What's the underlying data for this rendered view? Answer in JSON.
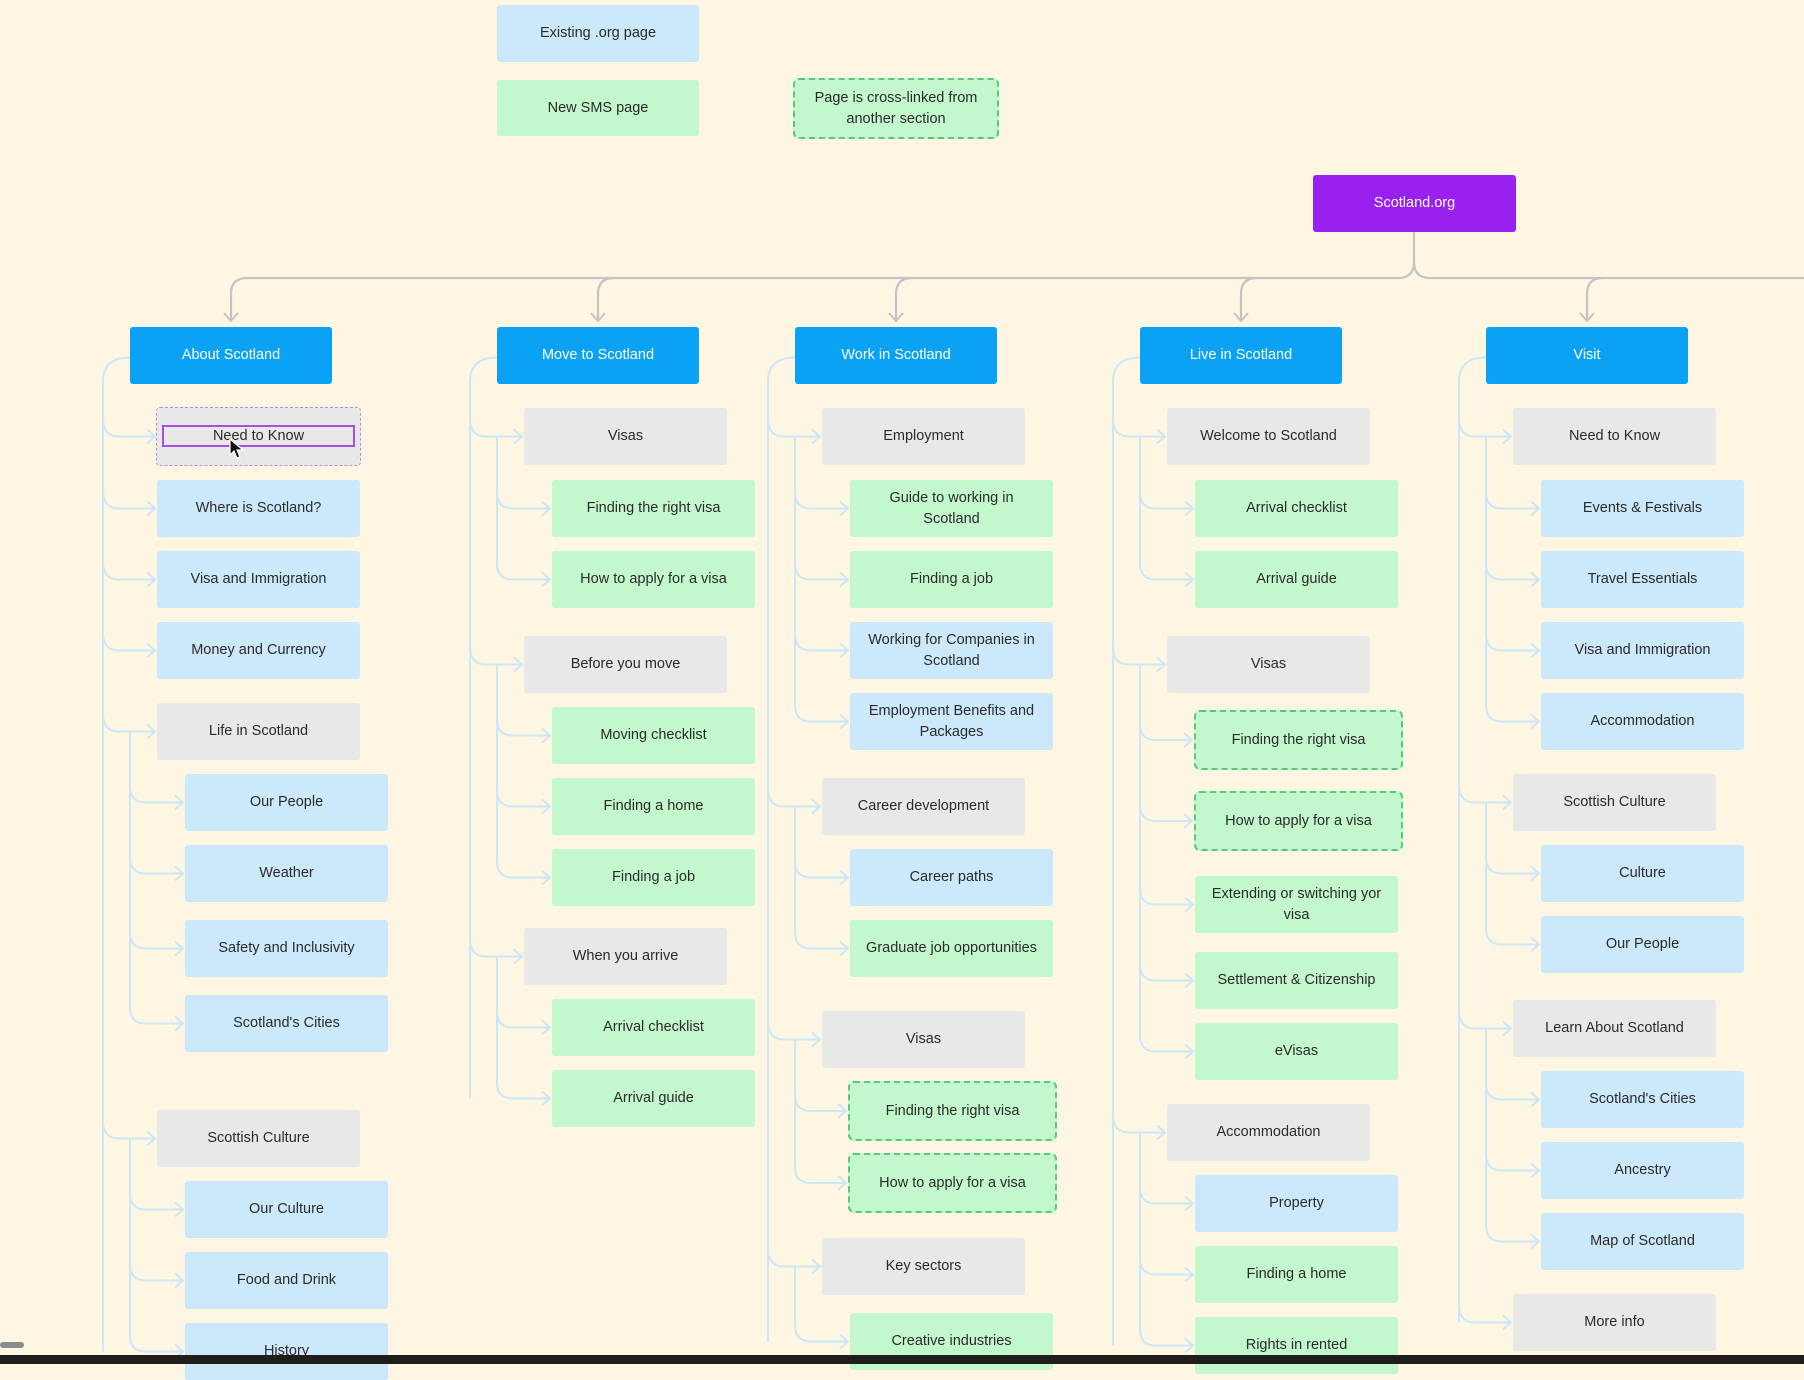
{
  "legend": {
    "existing": "Existing .org page",
    "new_sms": "New SMS page",
    "cross_linked": "Page is cross-linked from another section"
  },
  "root": "Scotland.org",
  "sections": [
    {
      "id": "about",
      "title": "About Scotland",
      "items": [
        {
          "label": "Need to Know",
          "kind": "grey",
          "level": 0,
          "selected": true
        },
        {
          "label": "Where is Scotland?",
          "kind": "blue",
          "level": 0
        },
        {
          "label": "Visa and Immigration",
          "kind": "blue",
          "level": 0
        },
        {
          "label": "Money and Currency",
          "kind": "blue",
          "level": 0
        },
        {
          "label": "Life in Scotland",
          "kind": "grey",
          "level": 0
        },
        {
          "label": "Our People",
          "kind": "blue",
          "level": 1
        },
        {
          "label": "Weather",
          "kind": "blue",
          "level": 1
        },
        {
          "label": "Safety and Inclusivity",
          "kind": "blue",
          "level": 1
        },
        {
          "label": "Scotland's Cities",
          "kind": "blue",
          "level": 1
        },
        {
          "label": "Scottish Culture",
          "kind": "grey",
          "level": 0
        },
        {
          "label": "Our Culture",
          "kind": "blue",
          "level": 1
        },
        {
          "label": "Food and Drink",
          "kind": "blue",
          "level": 1
        },
        {
          "label": "History",
          "kind": "blue",
          "level": 1
        }
      ]
    },
    {
      "id": "move",
      "title": "Move to Scotland",
      "items": [
        {
          "label": "Visas",
          "kind": "grey",
          "level": 0
        },
        {
          "label": "Finding the right visa",
          "kind": "green",
          "level": 1
        },
        {
          "label": "How to apply for a visa",
          "kind": "green",
          "level": 1
        },
        {
          "label": "Before you move",
          "kind": "grey",
          "level": 0
        },
        {
          "label": "Moving checklist",
          "kind": "green",
          "level": 1
        },
        {
          "label": "Finding a home",
          "kind": "green",
          "level": 1
        },
        {
          "label": "Finding a job",
          "kind": "green",
          "level": 1
        },
        {
          "label": "When you arrive",
          "kind": "grey",
          "level": 0
        },
        {
          "label": "Arrival checklist",
          "kind": "green",
          "level": 1
        },
        {
          "label": "Arrival guide",
          "kind": "green",
          "level": 1
        }
      ]
    },
    {
      "id": "work",
      "title": "Work in Scotland",
      "items": [
        {
          "label": "Employment",
          "kind": "grey",
          "level": 0
        },
        {
          "label": "Guide to working in Scotland",
          "kind": "green",
          "level": 1
        },
        {
          "label": "Finding a job",
          "kind": "green",
          "level": 1
        },
        {
          "label": "Working for Companies in Scotland",
          "kind": "blue",
          "level": 1
        },
        {
          "label": "Employment Benefits and Packages",
          "kind": "blue",
          "level": 1
        },
        {
          "label": "Career development",
          "kind": "grey",
          "level": 0
        },
        {
          "label": "Career paths",
          "kind": "blue",
          "level": 1
        },
        {
          "label": "Graduate job opportunities",
          "kind": "green",
          "level": 1
        },
        {
          "label": "Visas",
          "kind": "grey",
          "level": 0
        },
        {
          "label": "Finding the right visa",
          "kind": "cross",
          "level": 1
        },
        {
          "label": "How to apply for a visa",
          "kind": "cross",
          "level": 1
        },
        {
          "label": "Key sectors",
          "kind": "grey",
          "level": 0
        },
        {
          "label": "Creative industries",
          "kind": "green",
          "level": 1
        }
      ]
    },
    {
      "id": "live",
      "title": "Live in Scotland",
      "items": [
        {
          "label": "Welcome to Scotland",
          "kind": "grey",
          "level": 0
        },
        {
          "label": "Arrival checklist",
          "kind": "green",
          "level": 1
        },
        {
          "label": "Arrival guide",
          "kind": "green",
          "level": 1
        },
        {
          "label": "Visas",
          "kind": "grey",
          "level": 0
        },
        {
          "label": "Finding the right visa",
          "kind": "cross",
          "level": 1
        },
        {
          "label": "How to apply for a visa",
          "kind": "cross",
          "level": 1
        },
        {
          "label": "Extending or switching yor visa",
          "kind": "green",
          "level": 1
        },
        {
          "label": "Settlement & Citizenship",
          "kind": "green",
          "level": 1
        },
        {
          "label": "eVisas",
          "kind": "green",
          "level": 1
        },
        {
          "label": "Accommodation",
          "kind": "grey",
          "level": 0
        },
        {
          "label": "Property",
          "kind": "blue",
          "level": 1
        },
        {
          "label": "Finding a home",
          "kind": "green",
          "level": 1
        },
        {
          "label": "Rights in rented",
          "kind": "green",
          "level": 1
        }
      ]
    },
    {
      "id": "visit",
      "title": "Visit",
      "items": [
        {
          "label": "Need to Know",
          "kind": "grey",
          "level": 0
        },
        {
          "label": "Events & Festivals",
          "kind": "blue",
          "level": 1
        },
        {
          "label": "Travel Essentials",
          "kind": "blue",
          "level": 1
        },
        {
          "label": "Visa and Immigration",
          "kind": "blue",
          "level": 1
        },
        {
          "label": "Accommodation",
          "kind": "blue",
          "level": 1
        },
        {
          "label": "Scottish Culture",
          "kind": "grey",
          "level": 0
        },
        {
          "label": "Culture",
          "kind": "blue",
          "level": 1
        },
        {
          "label": "Our People",
          "kind": "blue",
          "level": 1
        },
        {
          "label": "Learn About Scotland",
          "kind": "grey",
          "level": 0
        },
        {
          "label": "Scotland's Cities",
          "kind": "blue",
          "level": 1
        },
        {
          "label": "Ancestry",
          "kind": "blue",
          "level": 1
        },
        {
          "label": "Map of Scotland",
          "kind": "blue",
          "level": 1
        },
        {
          "label": "More info",
          "kind": "grey",
          "level": 0
        }
      ]
    }
  ],
  "colors": {
    "background": "#fcf6e3",
    "existing_page": "#cce8fb",
    "new_page": "#c3f7cc",
    "group": "#e8e8e8",
    "section_header": "#0aa2f5",
    "root": "#9a20f0",
    "cross_link_border": "#58c97a",
    "connector_main": "#c4c4c4",
    "connector_child": "#cde7f7"
  }
}
